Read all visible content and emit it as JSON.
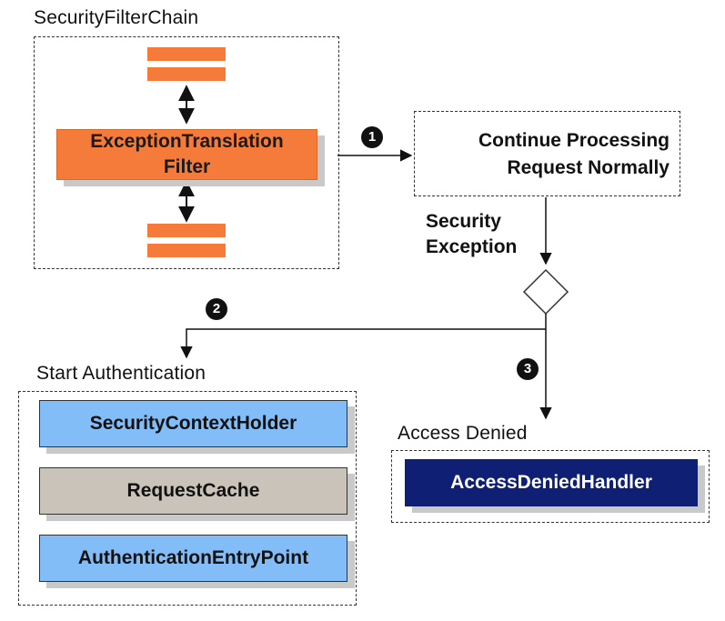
{
  "filter_chain": {
    "title": "SecurityFilterChain",
    "exception_translation_filter_line1": "ExceptionTranslation",
    "exception_translation_filter_line2": "Filter"
  },
  "continue_processing": {
    "line1": "Continue Processing",
    "line2": "Request Normally"
  },
  "security_exception": {
    "line1": "Security",
    "line2": "Exception"
  },
  "step_markers": [
    "1",
    "2",
    "3"
  ],
  "start_authentication": {
    "title": "Start Authentication",
    "items": [
      "SecurityContextHolder",
      "RequestCache",
      "AuthenticationEntryPoint"
    ]
  },
  "access_denied": {
    "title": "Access Denied",
    "handler": "AccessDeniedHandler"
  },
  "colors": {
    "filter_orange": "#f47b3a",
    "context_blue": "#82bdf7",
    "cache_gray": "#c9c3b9",
    "handler_navy": "#0f1f73"
  }
}
